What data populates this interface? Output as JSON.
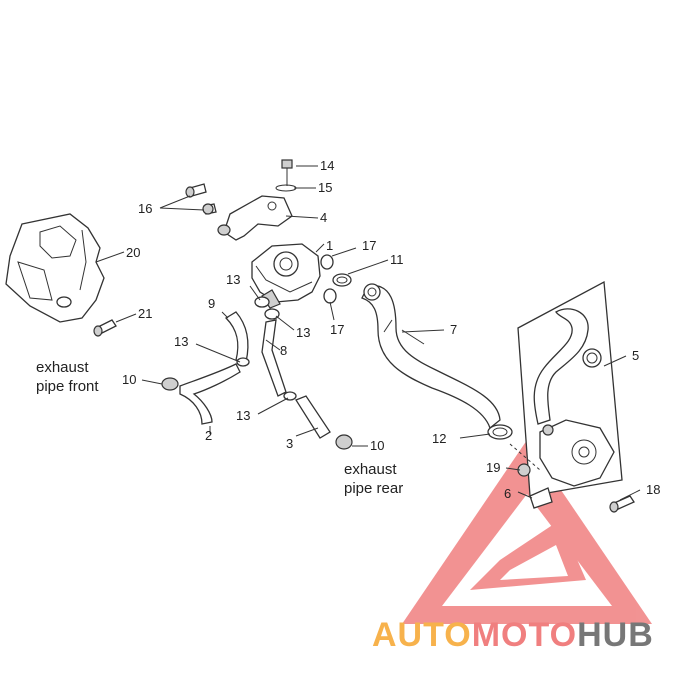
{
  "callouts": {
    "c1": "1",
    "c2": "2",
    "c3": "3",
    "c4": "4",
    "c5": "5",
    "c6": "6",
    "c7": "7",
    "c8": "8",
    "c9": "9",
    "c10a": "10",
    "c10b": "10",
    "c11": "11",
    "c12": "12",
    "c13a": "13",
    "c13b": "13",
    "c13c": "13",
    "c13d": "13",
    "c14": "14",
    "c15": "15",
    "c16": "16",
    "c17a": "17",
    "c17b": "17",
    "c18": "18",
    "c19": "19",
    "c20": "20",
    "c21": "21"
  },
  "notes": {
    "front_line1": "exhaust",
    "front_line2": "pipe front",
    "rear_line1": "exhaust",
    "rear_line2": "pipe rear"
  },
  "watermark": {
    "part1": "AUTO",
    "part2": "MOTO",
    "part3": "HUB",
    "color_orange": "#f7b24c",
    "color_red": "#f07f7f",
    "color_gray": "#777777"
  }
}
